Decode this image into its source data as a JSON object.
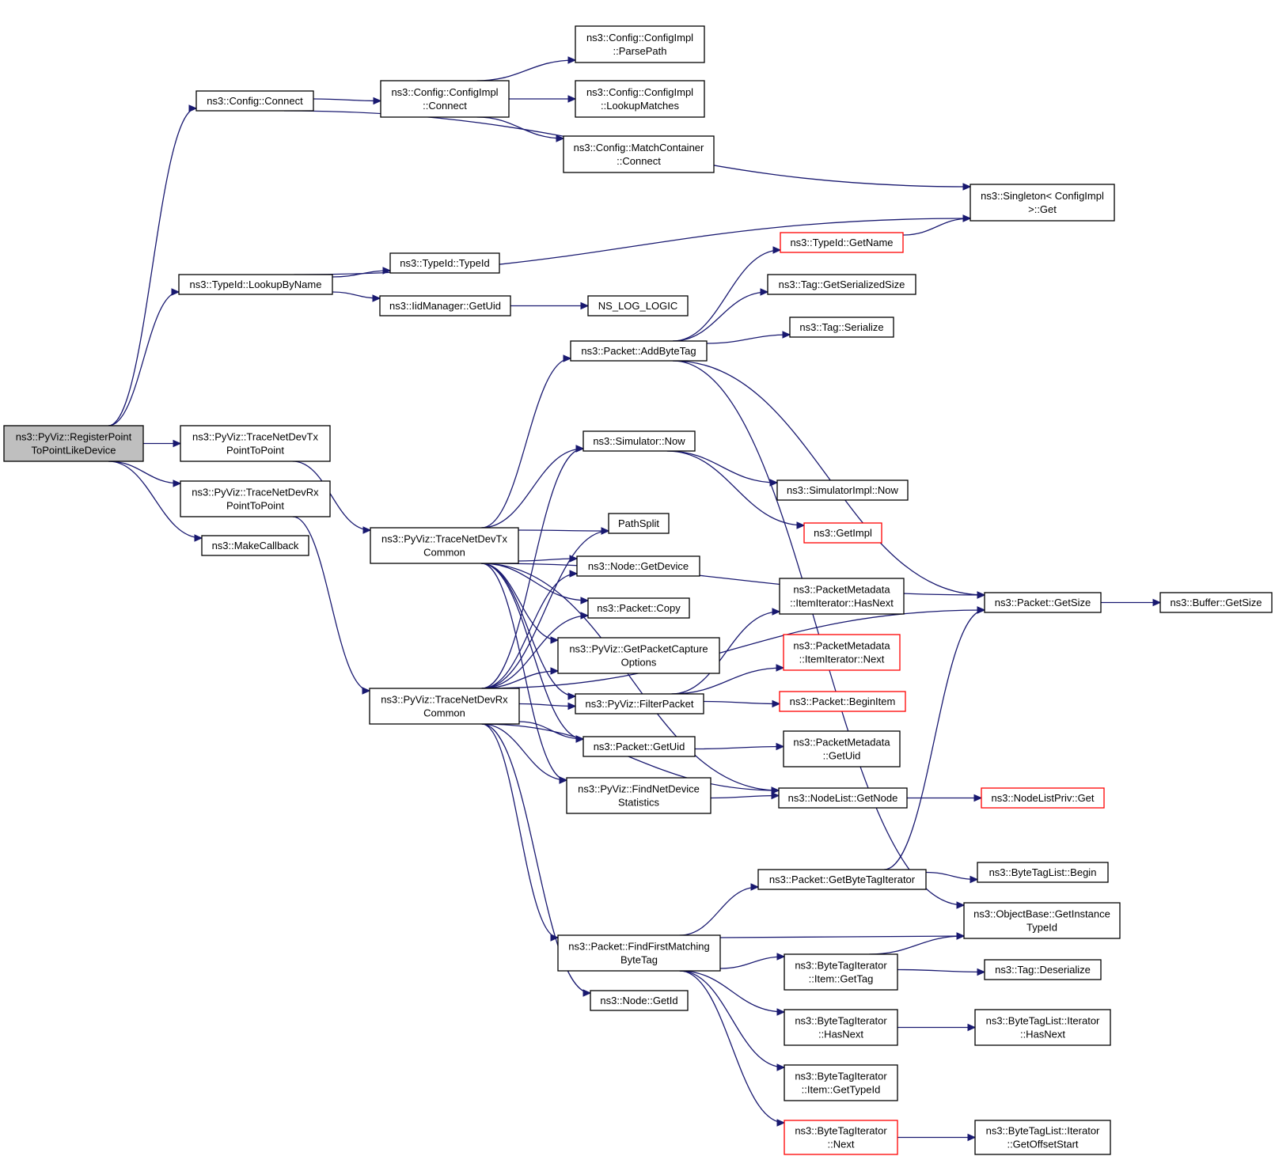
{
  "nodes": [
    {
      "id": "root",
      "lines": [
        "ns3::PyViz::RegisterPoint",
        "ToPointLikeDevice"
      ]
    },
    {
      "id": "config_connect",
      "lines": [
        "ns3::Config::Connect"
      ]
    },
    {
      "id": "configimpl_connect",
      "lines": [
        "ns3::Config::ConfigImpl",
        "::Connect"
      ]
    },
    {
      "id": "parsepath",
      "lines": [
        "ns3::Config::ConfigImpl",
        "::ParsePath"
      ]
    },
    {
      "id": "lookupmatches",
      "lines": [
        "ns3::Config::ConfigImpl",
        "::LookupMatches"
      ]
    },
    {
      "id": "matchcontainer_connect",
      "lines": [
        "ns3::Config::MatchContainer",
        "::Connect"
      ]
    },
    {
      "id": "singleton_get",
      "lines": [
        "ns3::Singleton< ConfigImpl",
        ">::Get"
      ]
    },
    {
      "id": "typeid_getname",
      "lines": [
        "ns3::TypeId::GetName"
      ],
      "border": "red"
    },
    {
      "id": "typeid_lookupbyname",
      "lines": [
        "ns3::TypeId::LookupByName"
      ]
    },
    {
      "id": "typeid_typeid",
      "lines": [
        "ns3::TypeId::TypeId"
      ]
    },
    {
      "id": "iidmanager_getuid",
      "lines": [
        "ns3::IidManager::GetUid"
      ]
    },
    {
      "id": "ns_log_logic",
      "lines": [
        "NS_LOG_LOGIC"
      ]
    },
    {
      "id": "tag_getserializedsize",
      "lines": [
        "ns3::Tag::GetSerializedSize"
      ]
    },
    {
      "id": "tag_serialize",
      "lines": [
        "ns3::Tag::Serialize"
      ]
    },
    {
      "id": "packet_addbytetag",
      "lines": [
        "ns3::Packet::AddByteTag"
      ]
    },
    {
      "id": "tracenetdevtx_p2p",
      "lines": [
        "ns3::PyViz::TraceNetDevTx",
        "PointToPoint"
      ]
    },
    {
      "id": "tracenetdevrx_p2p",
      "lines": [
        "ns3::PyViz::TraceNetDevRx",
        "PointToPoint"
      ]
    },
    {
      "id": "makecallback",
      "lines": [
        "ns3::MakeCallback"
      ]
    },
    {
      "id": "simulator_now",
      "lines": [
        "ns3::Simulator::Now"
      ]
    },
    {
      "id": "simulatorimpl_now",
      "lines": [
        "ns3::SimulatorImpl::Now"
      ]
    },
    {
      "id": "getimpl",
      "lines": [
        "ns3::GetImpl"
      ],
      "border": "red"
    },
    {
      "id": "tracenetdevtx_common",
      "lines": [
        "ns3::PyViz::TraceNetDevTx",
        "Common"
      ]
    },
    {
      "id": "pathsplit",
      "lines": [
        "PathSplit"
      ]
    },
    {
      "id": "node_getdevice",
      "lines": [
        "ns3::Node::GetDevice"
      ]
    },
    {
      "id": "packet_copy",
      "lines": [
        "ns3::Packet::Copy"
      ]
    },
    {
      "id": "getpacketcaptureoptions",
      "lines": [
        "ns3::PyViz::GetPacketCapture",
        "Options"
      ]
    },
    {
      "id": "packetmetadata_hasnext",
      "lines": [
        "ns3::PacketMetadata",
        "::ItemIterator::HasNext"
      ]
    },
    {
      "id": "packetmetadata_next",
      "lines": [
        "ns3::PacketMetadata",
        "::ItemIterator::Next"
      ],
      "border": "red"
    },
    {
      "id": "packet_getsize",
      "lines": [
        "ns3::Packet::GetSize"
      ]
    },
    {
      "id": "buffer_getsize",
      "lines": [
        "ns3::Buffer::GetSize"
      ]
    },
    {
      "id": "tracenetdevrx_common",
      "lines": [
        "ns3::PyViz::TraceNetDevRx",
        "Common"
      ]
    },
    {
      "id": "filterpacket",
      "lines": [
        "ns3::PyViz::FilterPacket"
      ]
    },
    {
      "id": "packet_beginitem",
      "lines": [
        "ns3::Packet::BeginItem"
      ],
      "border": "red"
    },
    {
      "id": "packet_getuid",
      "lines": [
        "ns3::Packet::GetUid"
      ]
    },
    {
      "id": "packetmetadata_getuid",
      "lines": [
        "ns3::PacketMetadata",
        "::GetUid"
      ]
    },
    {
      "id": "findnetdevicestatistics",
      "lines": [
        "ns3::PyViz::FindNetDevice",
        "Statistics"
      ]
    },
    {
      "id": "nodelist_getnode",
      "lines": [
        "ns3::NodeList::GetNode"
      ]
    },
    {
      "id": "nodelistpriv_get",
      "lines": [
        "ns3::NodeListPriv::Get"
      ],
      "border": "red"
    },
    {
      "id": "packet_getbytetagiterator",
      "lines": [
        "ns3::Packet::GetByteTagIterator"
      ]
    },
    {
      "id": "bytetaglist_begin",
      "lines": [
        "ns3::ByteTagList::Begin"
      ]
    },
    {
      "id": "objectbase_getinstancetypeid",
      "lines": [
        "ns3::ObjectBase::GetInstance",
        "TypeId"
      ]
    },
    {
      "id": "packet_findfirstmatchingbytetag",
      "lines": [
        "ns3::Packet::FindFirstMatching",
        "ByteTag"
      ]
    },
    {
      "id": "bytetagiterator_item_gettag",
      "lines": [
        "ns3::ByteTagIterator",
        "::Item::GetTag"
      ]
    },
    {
      "id": "tag_deserialize",
      "lines": [
        "ns3::Tag::Deserialize"
      ]
    },
    {
      "id": "node_getid",
      "lines": [
        "ns3::Node::GetId"
      ]
    },
    {
      "id": "bytetagiterator_hasnext",
      "lines": [
        "ns3::ByteTagIterator",
        "::HasNext"
      ]
    },
    {
      "id": "bytetaglist_iterator_hasnext",
      "lines": [
        "ns3::ByteTagList::Iterator",
        "::HasNext"
      ]
    },
    {
      "id": "bytetagiterator_item_gettypeid",
      "lines": [
        "ns3::ByteTagIterator",
        "::Item::GetTypeId"
      ]
    },
    {
      "id": "bytetagiterator_next",
      "lines": [
        "ns3::ByteTagIterator",
        "::Next"
      ],
      "border": "red"
    },
    {
      "id": "bytetaglist_iterator_getoffsetstart",
      "lines": [
        "ns3::ByteTagList::Iterator",
        "::GetOffsetStart"
      ]
    }
  ],
  "edges": [
    [
      "root",
      "config_connect"
    ],
    [
      "root",
      "typeid_lookupbyname"
    ],
    [
      "root",
      "tracenetdevtx_p2p"
    ],
    [
      "root",
      "tracenetdevrx_p2p"
    ],
    [
      "root",
      "makecallback"
    ],
    [
      "config_connect",
      "configimpl_connect"
    ],
    [
      "config_connect",
      "singleton_get"
    ],
    [
      "configimpl_connect",
      "parsepath"
    ],
    [
      "configimpl_connect",
      "lookupmatches"
    ],
    [
      "configimpl_connect",
      "matchcontainer_connect"
    ],
    [
      "typeid_lookupbyname",
      "singleton_get"
    ],
    [
      "typeid_lookupbyname",
      "typeid_typeid"
    ],
    [
      "typeid_lookupbyname",
      "iidmanager_getuid"
    ],
    [
      "iidmanager_getuid",
      "ns_log_logic"
    ],
    [
      "typeid_getname",
      "singleton_get"
    ],
    [
      "tracenetdevtx_p2p",
      "tracenetdevtx_common"
    ],
    [
      "tracenetdevrx_p2p",
      "tracenetdevrx_common"
    ],
    [
      "tracenetdevtx_common",
      "packet_addbytetag"
    ],
    [
      "tracenetdevtx_common",
      "simulator_now"
    ],
    [
      "tracenetdevtx_common",
      "pathsplit"
    ],
    [
      "tracenetdevtx_common",
      "node_getdevice"
    ],
    [
      "tracenetdevtx_common",
      "packet_copy"
    ],
    [
      "tracenetdevtx_common",
      "getpacketcaptureoptions"
    ],
    [
      "tracenetdevtx_common",
      "filterpacket"
    ],
    [
      "tracenetdevtx_common",
      "packet_getuid"
    ],
    [
      "tracenetdevtx_common",
      "findnetdevicestatistics"
    ],
    [
      "tracenetdevtx_common",
      "nodelist_getnode"
    ],
    [
      "tracenetdevtx_common",
      "packet_getsize"
    ],
    [
      "tracenetdevrx_common",
      "simulator_now"
    ],
    [
      "tracenetdevrx_common",
      "pathsplit"
    ],
    [
      "tracenetdevrx_common",
      "node_getdevice"
    ],
    [
      "tracenetdevrx_common",
      "packet_copy"
    ],
    [
      "tracenetdevrx_common",
      "getpacketcaptureoptions"
    ],
    [
      "tracenetdevrx_common",
      "filterpacket"
    ],
    [
      "tracenetdevrx_common",
      "packet_getuid"
    ],
    [
      "tracenetdevrx_common",
      "findnetdevicestatistics"
    ],
    [
      "tracenetdevrx_common",
      "nodelist_getnode"
    ],
    [
      "tracenetdevrx_common",
      "packet_getsize"
    ],
    [
      "tracenetdevrx_common",
      "packet_findfirstmatchingbytetag"
    ],
    [
      "tracenetdevrx_common",
      "node_getid"
    ],
    [
      "packet_addbytetag",
      "typeid_getname"
    ],
    [
      "packet_addbytetag",
      "tag_getserializedsize"
    ],
    [
      "packet_addbytetag",
      "tag_serialize"
    ],
    [
      "packet_addbytetag",
      "packet_getsize"
    ],
    [
      "packet_addbytetag",
      "objectbase_getinstancetypeid"
    ],
    [
      "simulator_now",
      "simulatorimpl_now"
    ],
    [
      "simulator_now",
      "getimpl"
    ],
    [
      "filterpacket",
      "packetmetadata_hasnext"
    ],
    [
      "filterpacket",
      "packetmetadata_next"
    ],
    [
      "filterpacket",
      "packet_beginitem"
    ],
    [
      "packet_getuid",
      "packetmetadata_getuid"
    ],
    [
      "findnetdevicestatistics",
      "nodelist_getnode"
    ],
    [
      "nodelist_getnode",
      "nodelistpriv_get"
    ],
    [
      "packet_getsize",
      "buffer_getsize"
    ],
    [
      "packet_findfirstmatchingbytetag",
      "packet_getbytetagiterator"
    ],
    [
      "packet_findfirstmatchingbytetag",
      "objectbase_getinstancetypeid"
    ],
    [
      "packet_findfirstmatchingbytetag",
      "bytetagiterator_item_gettag"
    ],
    [
      "packet_findfirstmatchingbytetag",
      "bytetagiterator_hasnext"
    ],
    [
      "packet_findfirstmatchingbytetag",
      "bytetagiterator_item_gettypeid"
    ],
    [
      "packet_findfirstmatchingbytetag",
      "bytetagiterator_next"
    ],
    [
      "packet_getbytetagiterator",
      "bytetaglist_begin"
    ],
    [
      "packet_getbytetagiterator",
      "packet_getsize"
    ],
    [
      "bytetagiterator_item_gettag",
      "objectbase_getinstancetypeid"
    ],
    [
      "bytetagiterator_item_gettag",
      "tag_deserialize"
    ],
    [
      "bytetagiterator_hasnext",
      "bytetaglist_iterator_hasnext"
    ],
    [
      "bytetagiterator_next",
      "bytetaglist_iterator_getoffsetstart"
    ]
  ]
}
